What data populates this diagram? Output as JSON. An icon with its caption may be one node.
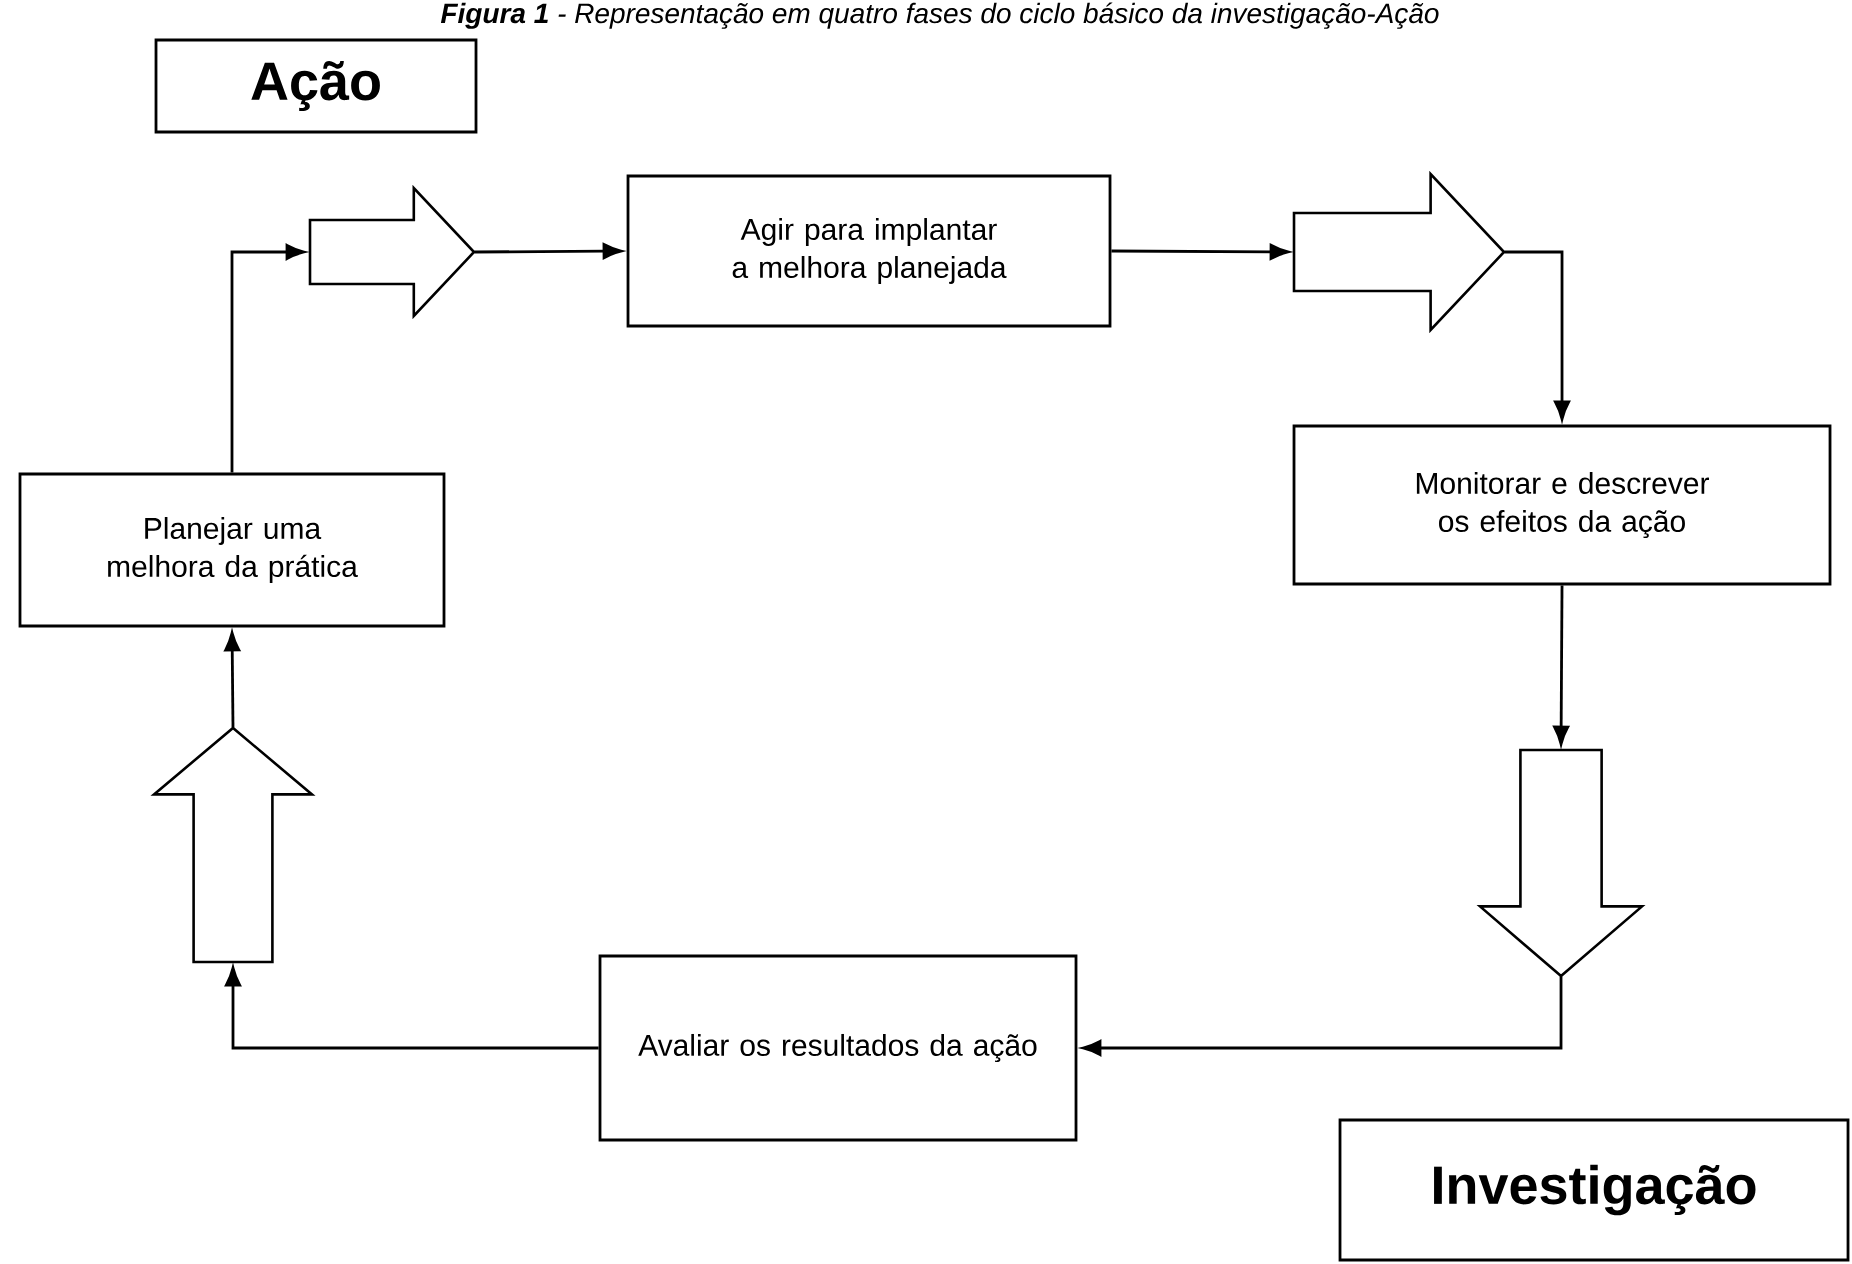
{
  "diagram": {
    "title": "**Figura 1** - Representação em quatro fases do ciclo básico da investigação-Ação",
    "nodes": [
      {
        "text": [
          "Ação"
        ]
      },
      {
        "text": [
          "Planejar uma melhora da prática"
        ]
      },
      {
        "text": [],
        "shape": "arrow"
      },
      {
        "text": [
          "Agir para implantar a melhora planejada"
        ]
      },
      {
        "text": [],
        "shape": "arrow"
      },
      {
        "text": [
          "Monitorar e descrever os efeitos da ação"
        ]
      },
      {
        "text": [],
        "shape": "arrow"
      },
      {
        "text": [
          "Avaliar os resultados da ação"
        ]
      },
      {
        "text": [],
        "shape": "arrow"
      },
      {
        "text": [
          "Investigação"
        ]
      }
    ],
    "edges": [
      {
        "from": 1,
        "to": 2,
        "arrow": "to"
      },
      {
        "from": 2,
        "to": 3,
        "arrow": "to"
      },
      {
        "from": 3,
        "to": 4,
        "arrow": "to"
      },
      {
        "from": 4,
        "to": 5,
        "arrow": "to"
      },
      {
        "from": 5,
        "to": 6,
        "arrow": "to"
      },
      {
        "from": 6,
        "to": 7,
        "arrow": "to"
      },
      {
        "from": 7,
        "to": 8,
        "arrow": "to"
      },
      {
        "from": 8,
        "to": 1,
        "arrow": "to"
      }
    ]
  }
}
